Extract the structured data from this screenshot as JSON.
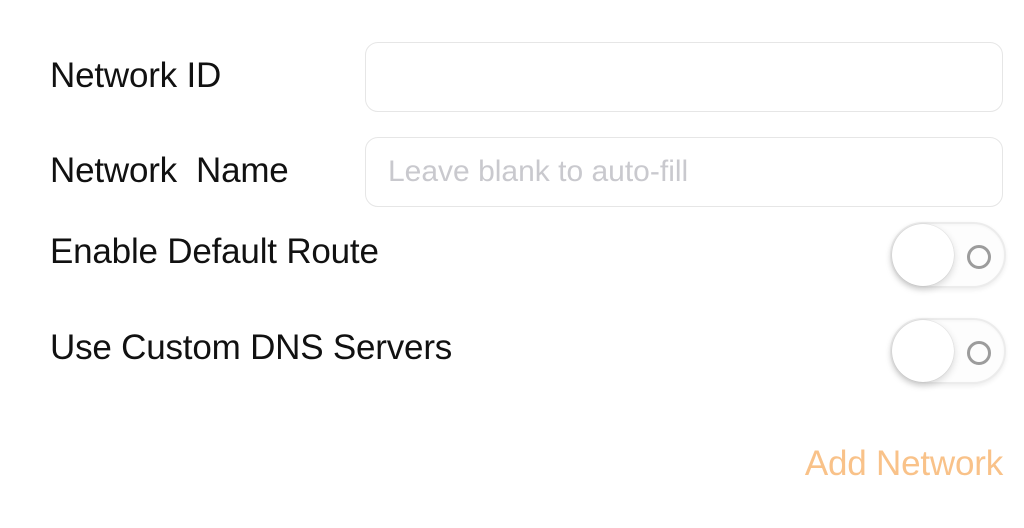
{
  "form": {
    "rows": [
      {
        "id": "network-id",
        "label": "Network ID",
        "type": "text",
        "value": "",
        "placeholder": ""
      },
      {
        "id": "network-name",
        "label": "Network  Name",
        "type": "text",
        "value": "",
        "placeholder": "Leave blank to auto-fill"
      },
      {
        "id": "default-route",
        "label": "Enable Default Route",
        "type": "toggle",
        "state": "off",
        "icon": "toggle-off-icon"
      },
      {
        "id": "custom-dns",
        "label": "Use Custom DNS Servers",
        "type": "toggle",
        "state": "off",
        "icon": "toggle-off-icon"
      }
    ]
  },
  "footer": {
    "add_network_label": "Add Network"
  },
  "colors": {
    "background": "#ffffff",
    "label_text": "#111111",
    "placeholder_text": "#c9c9ce",
    "input_border": "#e6e6e6",
    "toggle_track_border": "#ececec",
    "toggle_ring": "#9c9c9c",
    "toggle_knob": "#ffffff",
    "accent_action": "#f9c289"
  }
}
